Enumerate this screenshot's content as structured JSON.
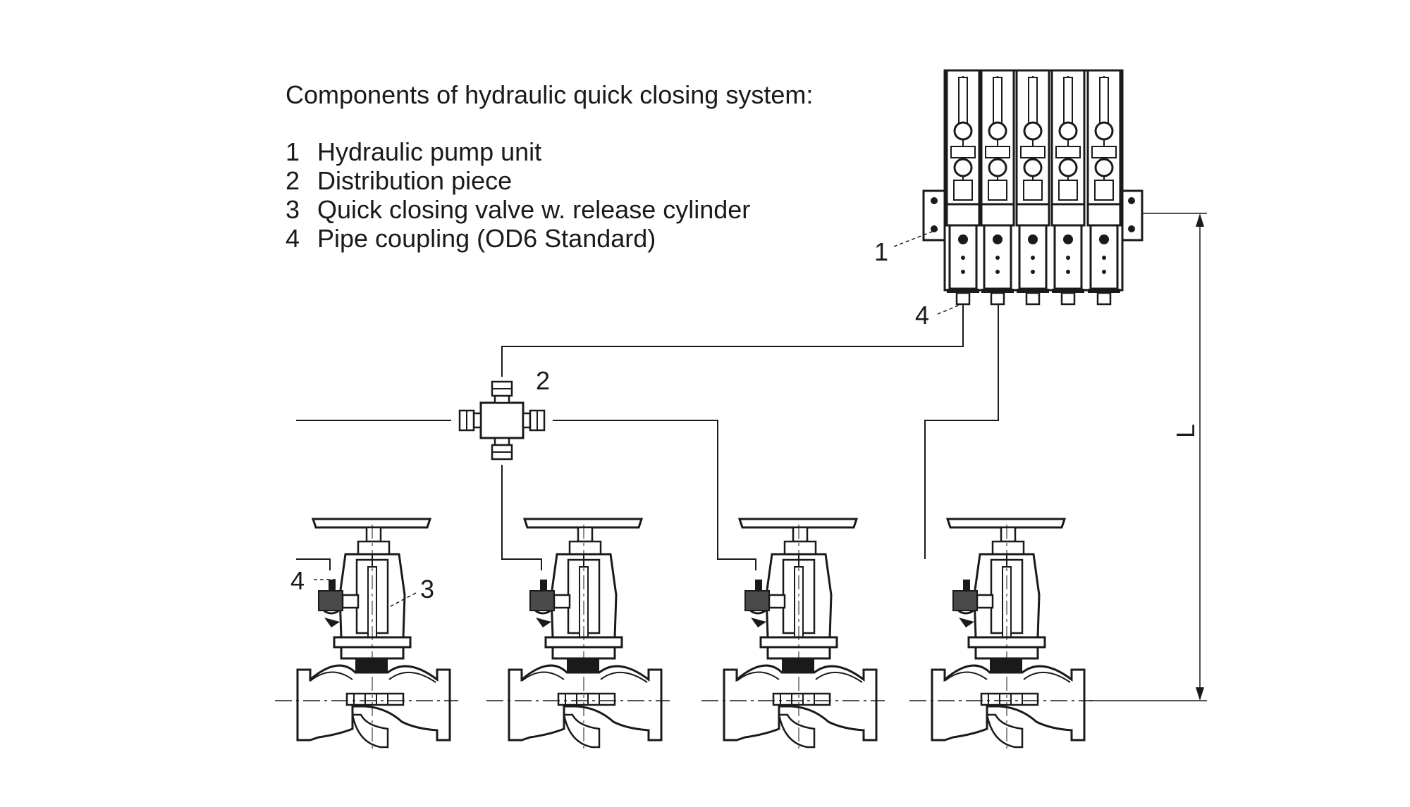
{
  "legend": {
    "title": "Components of hydraulic quick closing system:",
    "items": [
      {
        "num": "1",
        "text": "Hydraulic pump unit"
      },
      {
        "num": "2",
        "text": "Distribution piece"
      },
      {
        "num": "3",
        "text": "Quick closing valve w. release cylinder"
      },
      {
        "num": "4",
        "text": "Pipe coupling (OD6 Standard)"
      }
    ]
  },
  "callouts": {
    "pump_unit": "1",
    "pump_coupling": "4",
    "distribution_piece": "2",
    "valve_coupling": "4",
    "valve": "3"
  },
  "dimension_label": "L",
  "colors": {
    "line": "#1a1a1a",
    "fill": "#ffffff",
    "shade": "#bfbfbf"
  }
}
